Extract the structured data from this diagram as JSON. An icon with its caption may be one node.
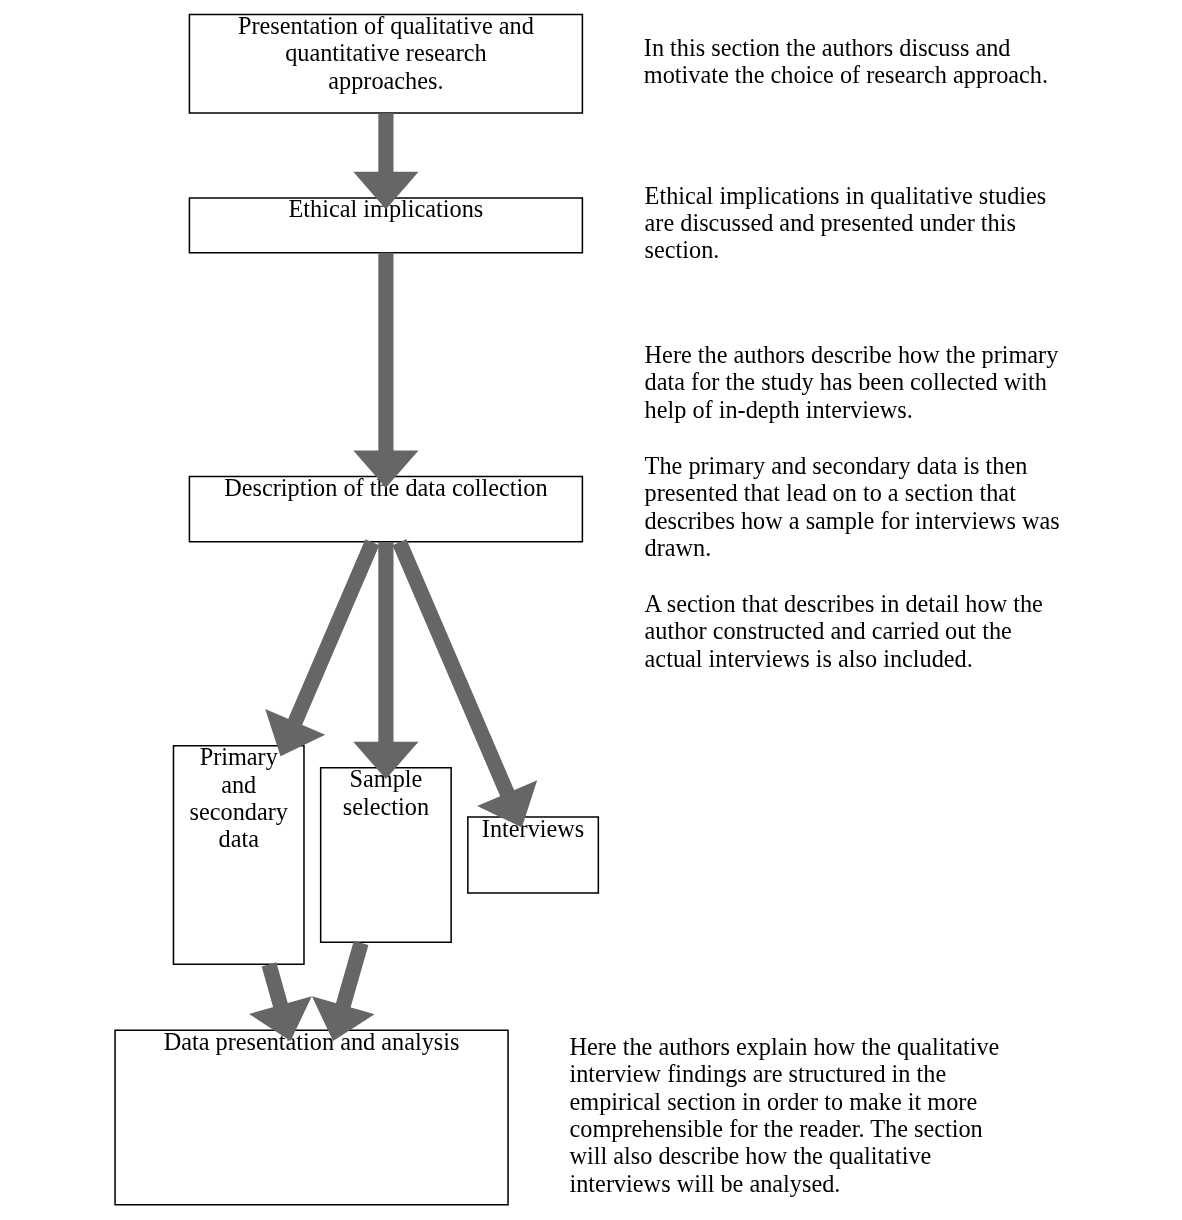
{
  "diagram": {
    "nodes": [
      {
        "text": [
          "Presentation of qualitative and quantitative research approaches."
        ],
        "beside": [
          "In this section the authors discuss and motivate the choice of research approach."
        ]
      },
      {
        "text": [
          "Ethical implications"
        ],
        "beside": [
          "Ethical implications in qualitative studies are discussed and presented under this section."
        ]
      },
      {
        "text": [
          "Description of the data collection"
        ],
        "beside": [
          "Here the authors describe how the primary data for the study has been collected with help of in-depth interviews.",
          "The primary and secondary data is then presented that lead on to a section that describes how a sample for interviews was drawn.",
          "A section that describes in detail how the author constructed and carried out the actual interviews is also included."
        ]
      },
      {
        "text": [
          "Primary and secondary data"
        ]
      },
      {
        "text": [
          "Sample selection"
        ]
      },
      {
        "text": [
          "Interviews"
        ]
      },
      {
        "text": [
          "Data presentation and analysis"
        ],
        "beside": [
          "Here the authors explain how the qualitative interview findings are structured in the empirical section in order to make it more comprehensible for the reader. The section will also describe how the qualitative interviews will be analysed."
        ]
      }
    ],
    "edges": [
      {
        "from": 0,
        "to": 1,
        "arrow": "to"
      },
      {
        "from": 1,
        "to": 2,
        "arrow": "to"
      },
      {
        "from": 2,
        "to": 3,
        "arrow": "to"
      },
      {
        "from": 2,
        "to": 4,
        "arrow": "to"
      },
      {
        "from": 2,
        "to": 5,
        "arrow": "to"
      },
      {
        "from": 3,
        "to": 6,
        "arrow": "to"
      },
      {
        "from": 4,
        "to": 6,
        "arrow": "to"
      }
    ]
  }
}
